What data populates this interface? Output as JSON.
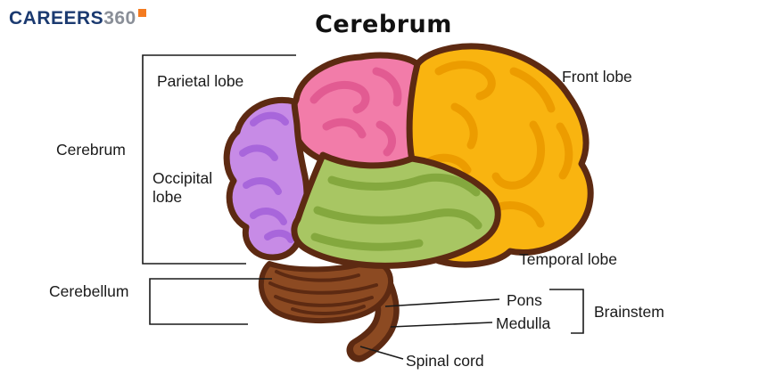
{
  "logo": {
    "brand": "CAREERS",
    "suffix": "360"
  },
  "title": "Cerebrum",
  "labels": {
    "parietal_lobe": "Parietal lobe",
    "front_lobe": "Front lobe",
    "cerebrum": "Cerebrum",
    "occipital_lobe": "Occipital lobe",
    "temporal_lobe": "Temporal lobe",
    "cerebellum": "Cerebellum",
    "pons": "Pons",
    "medulla": "Medulla",
    "brainstem": "Brainstem",
    "spinal_cord": "Spinal cord"
  },
  "diagram": {
    "regions": [
      {
        "name": "Frontal lobe",
        "color": "#F9B410"
      },
      {
        "name": "Parietal lobe",
        "color": "#F27CA9"
      },
      {
        "name": "Occipital lobe",
        "color": "#C78BE6"
      },
      {
        "name": "Temporal lobe",
        "color": "#A8C663"
      },
      {
        "name": "Cerebellum and brainstem",
        "color": "#8C4A22"
      }
    ],
    "outline_color": "#5D2A12",
    "brand_accent": "#F47B20",
    "brand_blue": "#1B3A70"
  }
}
